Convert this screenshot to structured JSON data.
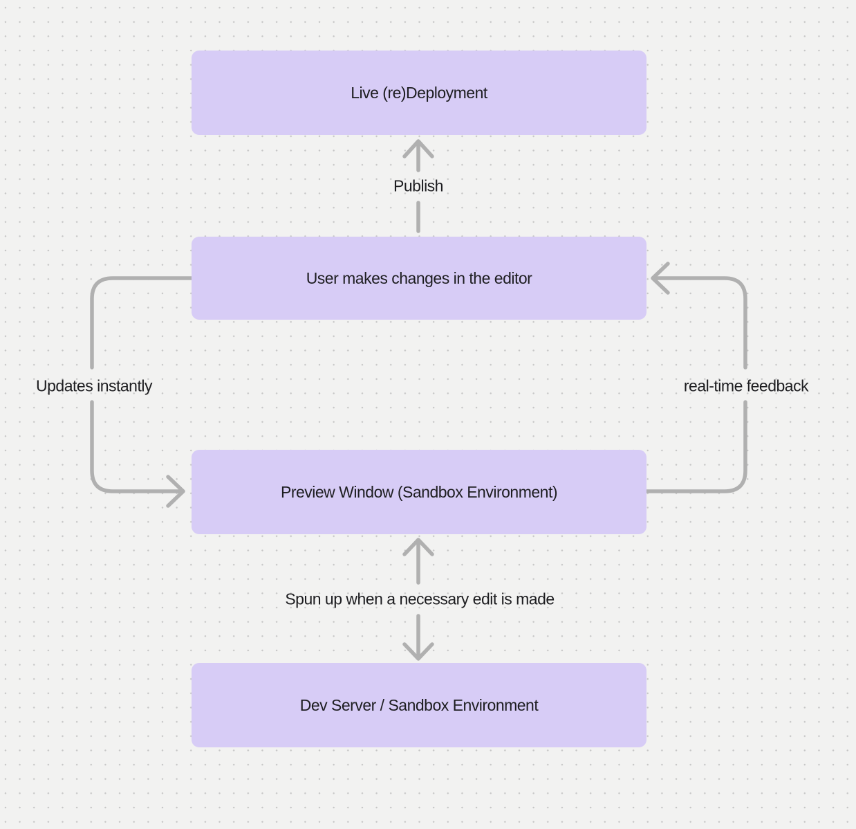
{
  "theme": {
    "background": "#f2f2f1",
    "dot_color": "#c6c6c6",
    "node_fill": "#d7ccf6",
    "arrow_color": "#b0b0b0",
    "text_color": "#1d1d20"
  },
  "nodes": [
    {
      "label": "Live (re)Deployment"
    },
    {
      "label": "User makes changes in the editor"
    },
    {
      "label": "Preview Window (Sandbox Environment)"
    },
    {
      "label": "Dev Server / Sandbox Environment"
    }
  ],
  "edge_labels": [
    {
      "label": "Publish"
    },
    {
      "label": "Updates instantly"
    },
    {
      "label": "real-time feedback"
    },
    {
      "label": "Spun up when a necessary edit is made"
    }
  ]
}
